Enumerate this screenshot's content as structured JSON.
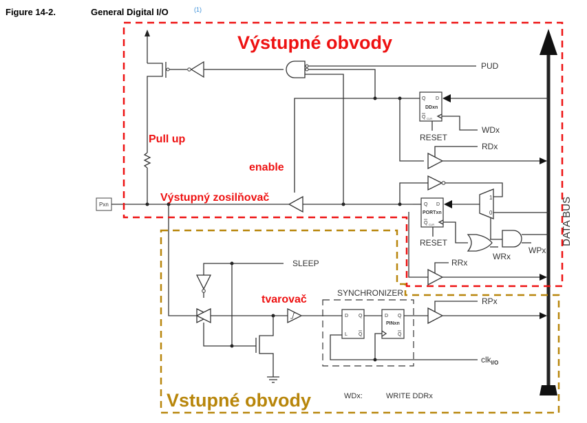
{
  "figure": {
    "number": "Figure 14-2.",
    "title": "General Digital I/O",
    "footnote_ref": "(1)"
  },
  "regions": {
    "output": {
      "label": "Výstupné obvody",
      "color": "#ee1111"
    },
    "input": {
      "label": "Vstupné obvody",
      "color": "#b8860b"
    }
  },
  "annotations": {
    "pull_up": "Pull up",
    "enable": "enable",
    "output_amp": "Výstupný zosilňovač",
    "shaper": "tvarovač"
  },
  "signals": {
    "pud": "PUD",
    "wdx": "WDx",
    "rdx": "RDx",
    "reset1": "RESET",
    "reset2": "RESET",
    "rrx": "RRx",
    "wrx": "WRx",
    "wpx": "WPx",
    "sleep": "SLEEP",
    "rpx": "RPx",
    "clk": "clk",
    "clk_sub": "I/O",
    "data_bus": "DATA BUS",
    "pin": "Pxn",
    "cut_wdx": "WDx:",
    "cut_write_ddr": "WRITE DDRx",
    "synchronizer": "SYNCHRONIZER"
  },
  "blocks": {
    "ddxn": {
      "name": "DDxn",
      "q": "Q",
      "d": "D",
      "qbar": "Q",
      "clr": "CLR"
    },
    "portxn": {
      "name": "PORTxn",
      "q": "Q",
      "d": "D",
      "qbar": "Q",
      "clr": "CLR"
    },
    "latch": {
      "d": "D",
      "q": "Q",
      "l": "L",
      "qbar": "Q"
    },
    "pinxn": {
      "name": "PINxn",
      "d": "D",
      "q": "Q",
      "qbar": "Q"
    },
    "mux": {
      "in1": "1",
      "in0": "0"
    }
  }
}
